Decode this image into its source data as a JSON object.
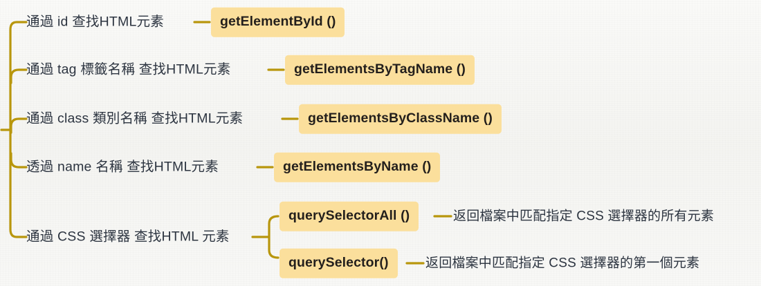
{
  "diagram": {
    "type": "mindmap-bracket",
    "colors": {
      "background": "#f8f8f6",
      "connector": "#b8960c",
      "badge_fill": "#fbdf9c",
      "badge_text": "#231f1c",
      "label_text": "#2c3440"
    },
    "branches": [
      {
        "label": "通過 id 查找HTML元素",
        "method": "getElementById ()",
        "description": ""
      },
      {
        "label": "通過 tag 標籤名稱 查找HTML元素",
        "method": "getElementsByTagName ()",
        "description": ""
      },
      {
        "label": "通過 class 類別名稱 查找HTML元素",
        "method": "getElementsByClassName ()",
        "description": ""
      },
      {
        "label": "透過 name 名稱 查找HTML元素",
        "method": "getElementsByName ()",
        "description": ""
      },
      {
        "label": "通過 CSS 選擇器 查找HTML 元素",
        "method": "",
        "description": "",
        "children": [
          {
            "method": "querySelectorAll ()",
            "description": "返回檔案中匹配指定 CSS 選擇器的所有元素"
          },
          {
            "method": "querySelector()",
            "description": "返回檔案中匹配指定 CSS 選擇器的第一個元素"
          }
        ]
      }
    ]
  }
}
